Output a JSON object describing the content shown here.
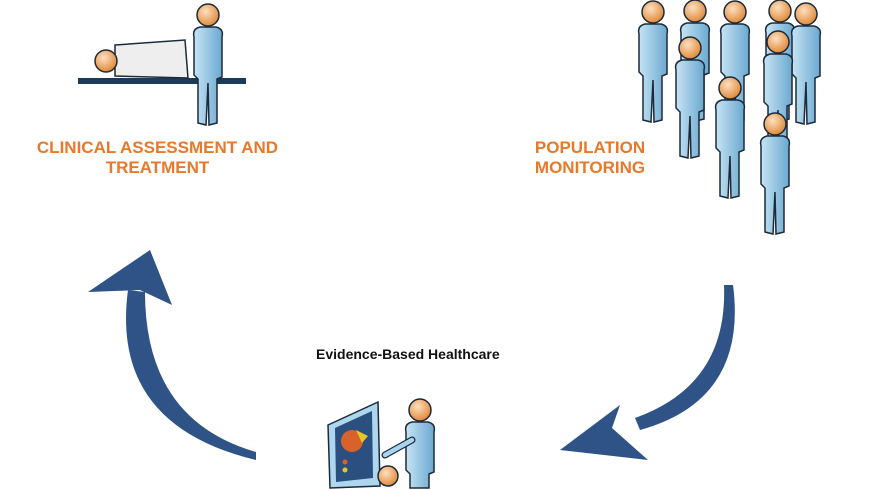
{
  "nodes": {
    "clinical": {
      "line1": "CLINICAL ASSESSMENT AND",
      "line2": "TREATMENT"
    },
    "population": {
      "line1": "POPULATION",
      "line2": "MONITORING"
    },
    "center": {
      "title": "Evidence-Based Healthcare"
    }
  },
  "colors": {
    "label": "#e8782a",
    "arrow": "#2f5287",
    "body": "#8cc3e3",
    "head": "#f0a860",
    "outline": "#1c2a3a"
  }
}
